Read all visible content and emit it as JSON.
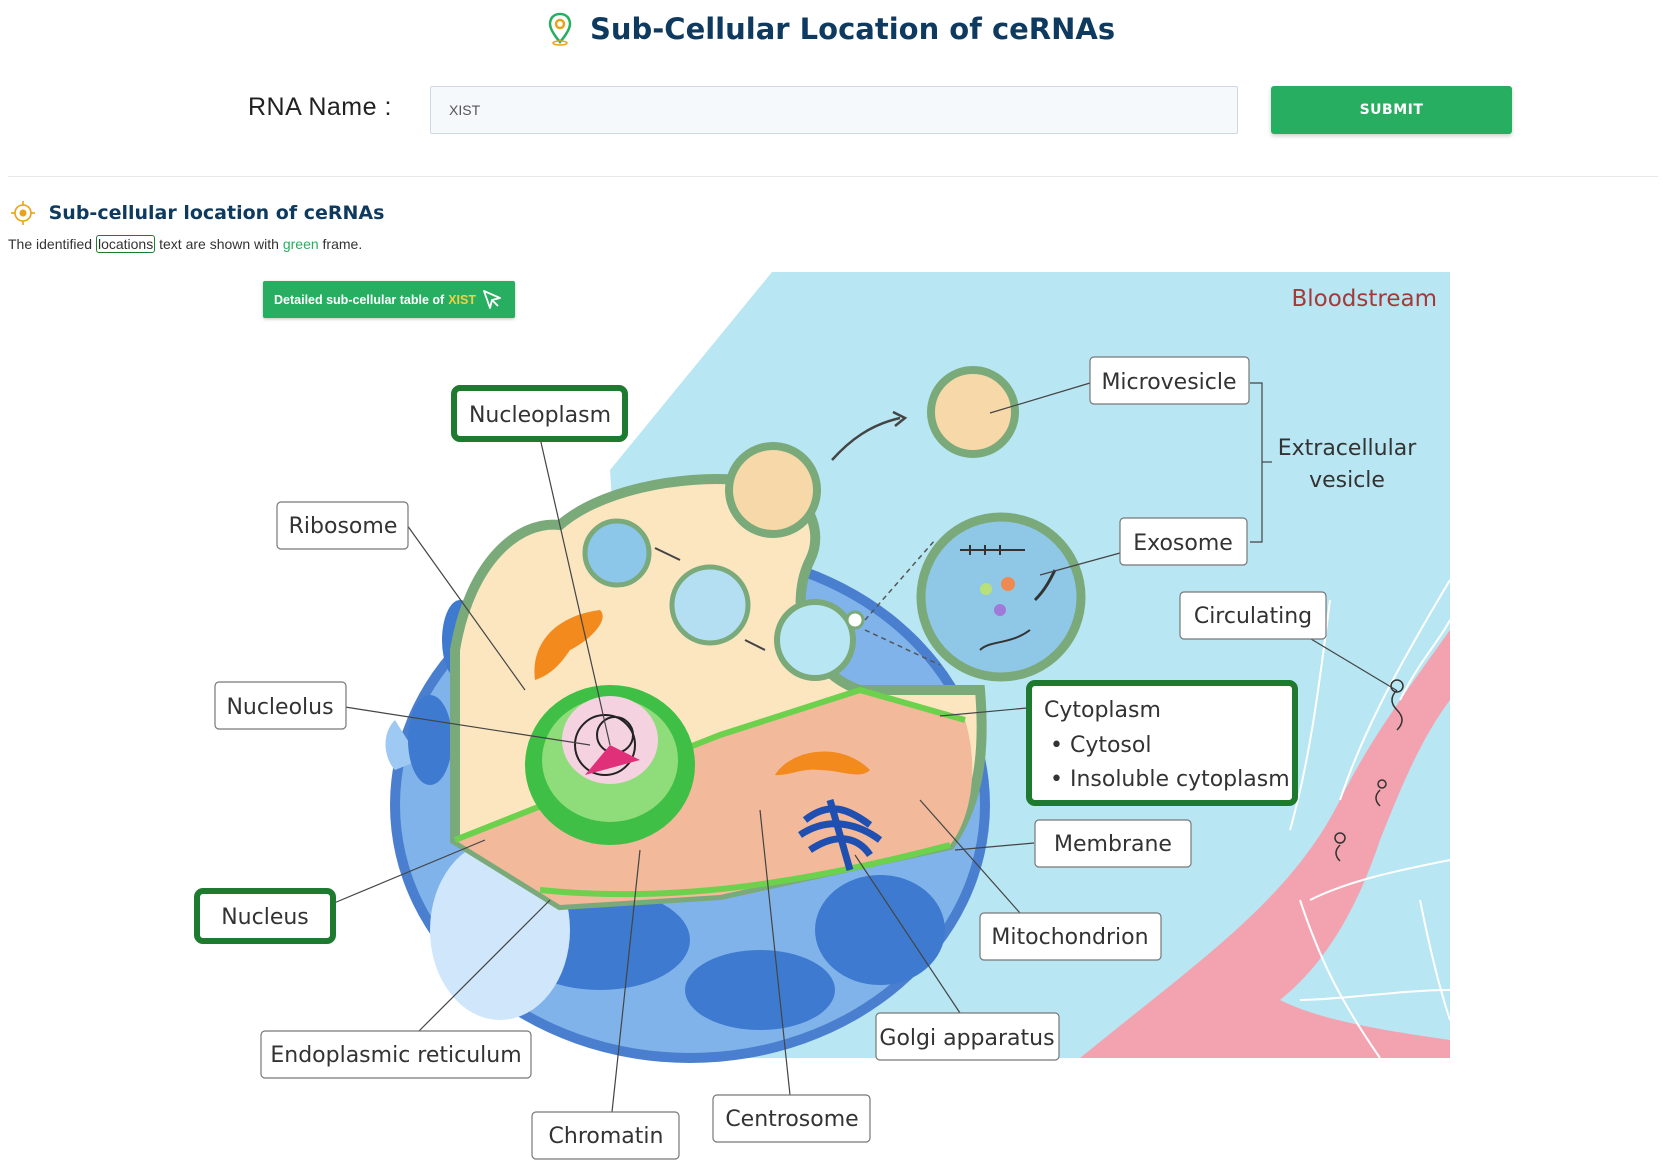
{
  "header": {
    "title": "Sub-Cellular Location of ceRNAs",
    "rna_label": "RNA Name :",
    "rna_value": "XIST",
    "submit_label": "SUBMIT"
  },
  "section": {
    "title": "Sub-cellular location of ceRNAs",
    "desc_prefix": "The identified ",
    "desc_boxed": "locations",
    "desc_middle": " text are shown with ",
    "desc_green": "green",
    "desc_suffix": " frame.",
    "table_button_prefix": "Detailed sub-cellular table of ",
    "table_button_rna": "XIST"
  },
  "diagram": {
    "bloodstream": "Bloodstream",
    "labels": {
      "nucleoplasm": "Nucleoplasm",
      "ribosome": "Ribosome",
      "nucleolus": "Nucleolus",
      "nucleus": "Nucleus",
      "endoplasmic_reticulum": "Endoplasmic reticulum",
      "chromatin": "Chromatin",
      "centrosome": "Centrosome",
      "golgi": "Golgi apparatus",
      "mitochondrion": "Mitochondrion",
      "membrane": "Membrane",
      "cytoplasm": "Cytoplasm",
      "cytosol": "• Cytosol",
      "insoluble": "• Insoluble cytoplasm",
      "microvesicle": "Microvesicle",
      "exosome": "Exosome",
      "extracellular_1": "Extracellular",
      "extracellular_2": "vesicle",
      "circulating": "Circulating"
    },
    "highlighted": [
      "Nucleoplasm",
      "Nucleus",
      "Cytoplasm"
    ],
    "colors": {
      "highlight_frame": "#1e7a2e",
      "bloodstream_bg": "#b8e6f3",
      "bloodstream_text": "#a33a3a",
      "vessel": "#f3a3b0",
      "accent_green": "#27ae60"
    }
  }
}
